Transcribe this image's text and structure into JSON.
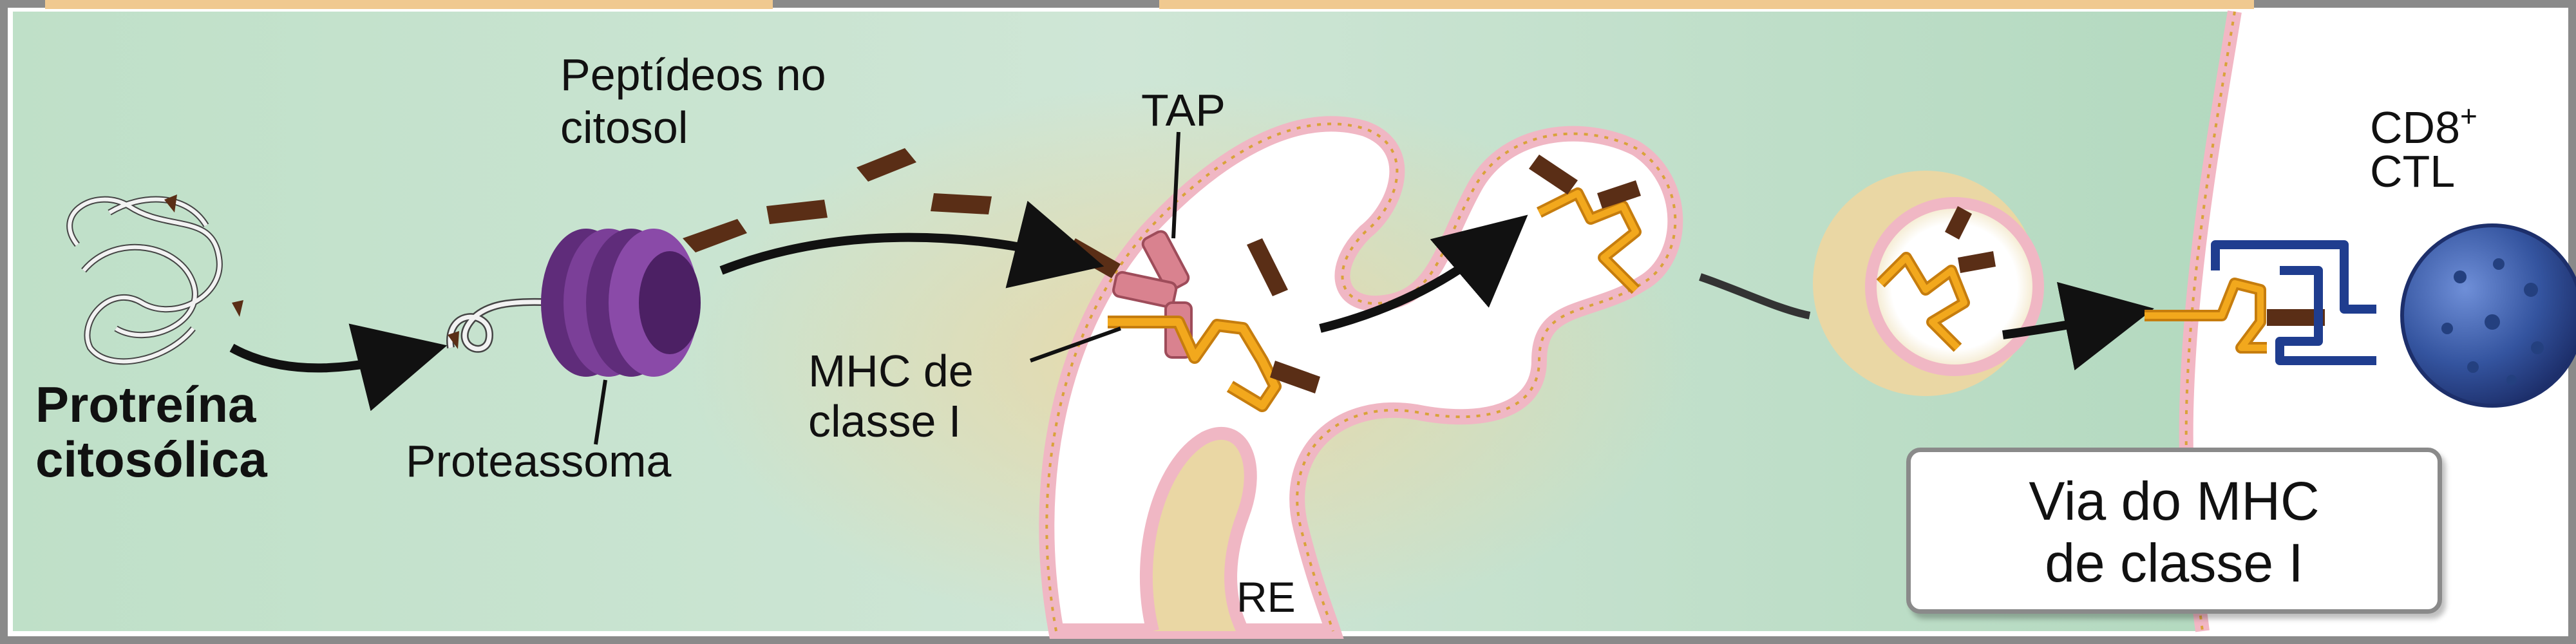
{
  "labels": {
    "peptides_line1": "Peptídeos no",
    "peptides_line2": "citosol",
    "tap": "TAP",
    "cd8_main": "CD8",
    "cd8_sup": "+",
    "ctl": "CTL",
    "protein_line1": "Protreína",
    "protein_line2": "citosólica",
    "proteasome": "Proteassoma",
    "mhc_line1": "MHC de",
    "mhc_line2": "classe I",
    "er": "RE"
  },
  "pathway_box": {
    "line1": "Via do MHC",
    "line2": "de classe I"
  },
  "colors": {
    "cytosol_green": "#b9dcc4",
    "er_membrane_pink": "#e9a8b8",
    "er_lumen_tan": "#ecd9a8",
    "peptide_brown": "#5a2e16",
    "proteasome_purple": "#7b3f98",
    "mhc_orange": "#f2a81d",
    "tcr_blue": "#1f3d8f",
    "ctl_cell_blue": "#3b5db8",
    "tap_pink": "#d9828f"
  }
}
